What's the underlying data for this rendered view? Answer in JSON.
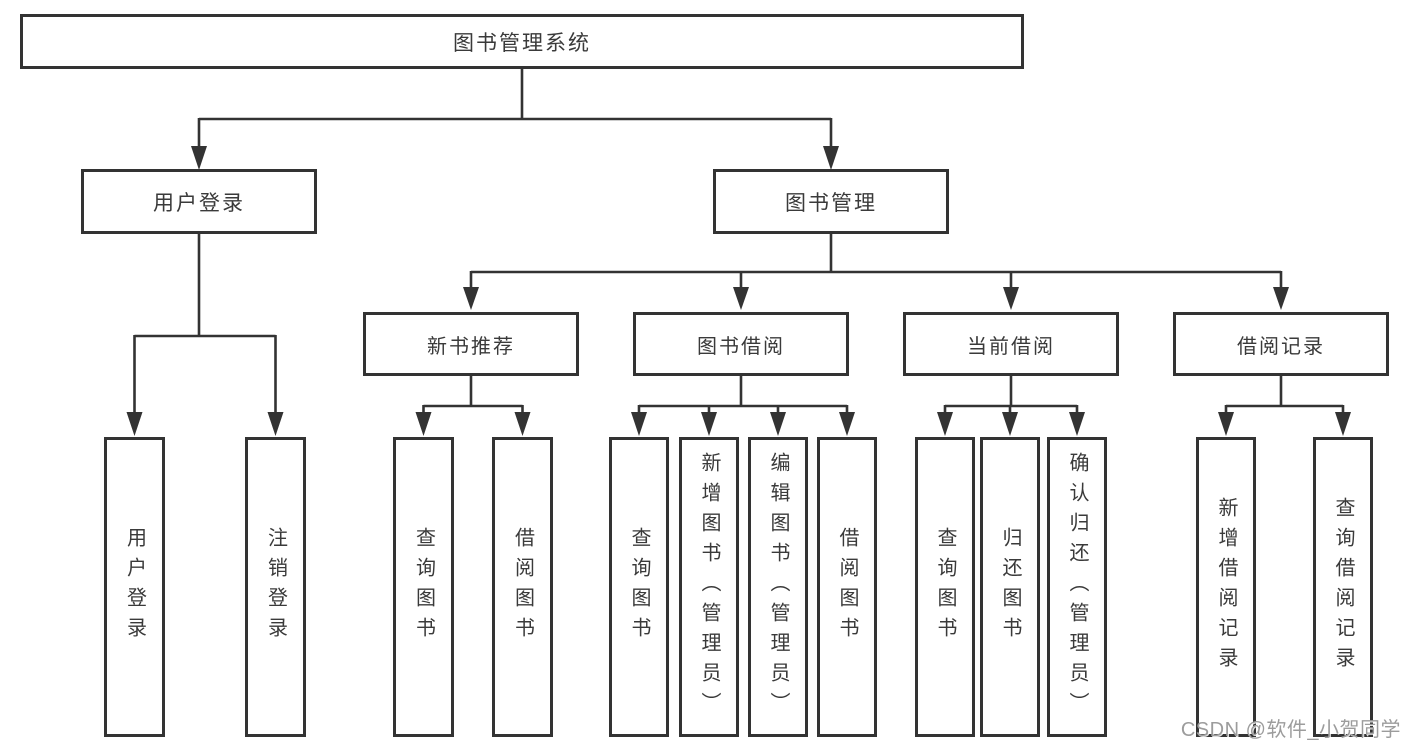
{
  "colors": {
    "line": "#333333",
    "text": "#3a3a3a",
    "background": "#ffffff",
    "watermark": "#9c9c9c"
  },
  "watermark": "CSDN @软件_小贺同学",
  "tree": {
    "label": "图书管理系统",
    "children": [
      {
        "label": "用户登录",
        "children": [
          {
            "label": "用户登录"
          },
          {
            "label": "注销登录"
          }
        ]
      },
      {
        "label": "图书管理",
        "children": [
          {
            "label": "新书推荐",
            "children": [
              {
                "label": "查询图书"
              },
              {
                "label": "借阅图书"
              }
            ]
          },
          {
            "label": "图书借阅",
            "children": [
              {
                "label": "查询图书"
              },
              {
                "label": "新增图书（管理员）"
              },
              {
                "label": "编辑图书（管理员）"
              },
              {
                "label": "借阅图书"
              }
            ]
          },
          {
            "label": "当前借阅",
            "children": [
              {
                "label": "查询图书"
              },
              {
                "label": "归还图书"
              },
              {
                "label": "确认归还（管理员）"
              }
            ]
          },
          {
            "label": "借阅记录",
            "children": [
              {
                "label": "新增借阅记录"
              },
              {
                "label": "查询借阅记录"
              }
            ]
          }
        ]
      }
    ]
  }
}
